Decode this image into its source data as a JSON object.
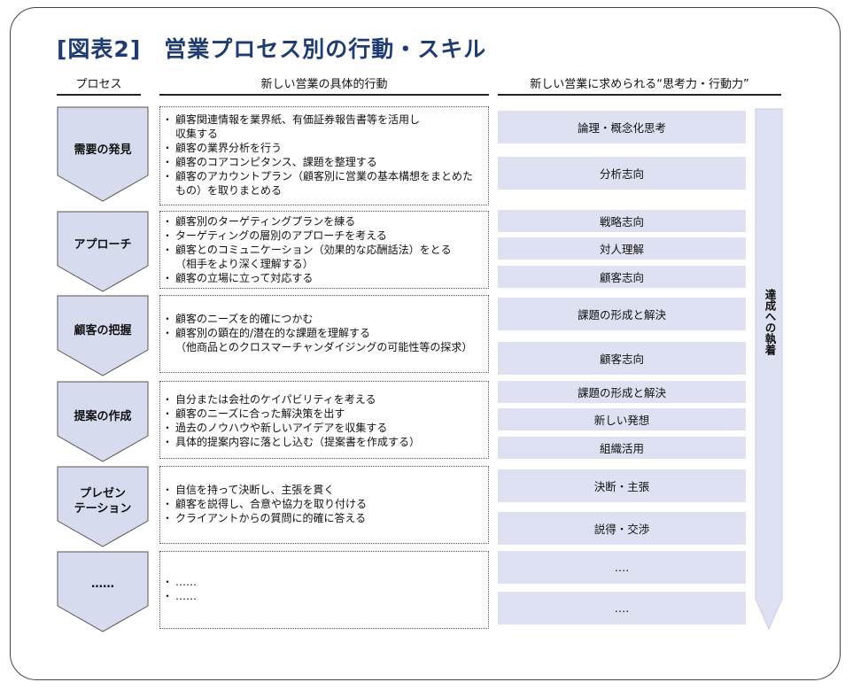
{
  "title": "[図表2]　営業プロセス別の行動・スキル",
  "headers": {
    "process": "プロセス",
    "actions": "新しい営業の具体的行動",
    "skills": "新しい営業に求められる“思考力・行動力”"
  },
  "vertical_label": "達成への執着",
  "rows": [
    {
      "process": "需要の発見",
      "actions": [
        {
          "t": "顧客関連情報を業界紙、有価証券報告書等を活用し",
          "c": false
        },
        {
          "t": "収集する",
          "c": true
        },
        {
          "t": "顧客の業界分析を行う",
          "c": false
        },
        {
          "t": "顧客のコアコンピタンス、課題を整理する",
          "c": false
        },
        {
          "t": "顧客のアカウントプラン（顧客別に営業の基本構想をまとめた",
          "c": false
        },
        {
          "t": "もの）を取りまとめる",
          "c": true
        }
      ],
      "skills": [
        "論理・概念化思考",
        "分析志向"
      ]
    },
    {
      "process": "アプローチ",
      "actions": [
        {
          "t": "顧客別のターゲティングプランを練る",
          "c": false
        },
        {
          "t": "ターゲティングの層別のアプローチを考える",
          "c": false
        },
        {
          "t": "顧客とのコミュニケーション（効果的な応酬話法）をとる",
          "c": false
        },
        {
          "t": "（相手をより深く理解する）",
          "c": true
        },
        {
          "t": "顧客の立場に立って対応する",
          "c": false
        }
      ],
      "skills": [
        "戦略志向",
        "対人理解",
        "顧客志向"
      ]
    },
    {
      "process": "顧客の把握",
      "actions": [
        {
          "t": "顧客のニーズを的確につかむ",
          "c": false
        },
        {
          "t": "顧客別の顕在的/潜在的な課題を理解する",
          "c": false
        },
        {
          "t": "（他商品とのクロスマーチャンダイジングの可能性等の探求）",
          "c": true
        }
      ],
      "skills": [
        "課題の形成と解決",
        "顧客志向"
      ]
    },
    {
      "process": "提案の作成",
      "actions": [
        {
          "t": "自分または会社のケイパビリティを考える",
          "c": false
        },
        {
          "t": "顧客のニーズに合った解決策を出す",
          "c": false
        },
        {
          "t": "過去のノウハウや新しいアイデアを収集する",
          "c": false
        },
        {
          "t": "具体的提案内容に落とし込む（提案書を作成する）",
          "c": false
        }
      ],
      "skills": [
        "課題の形成と解決",
        "新しい発想",
        "組織活用"
      ]
    },
    {
      "process": "プレゼン\nテーション",
      "actions": [
        {
          "t": "自信を持って決断し、主張を貫く",
          "c": false
        },
        {
          "t": "顧客を説得し、合意や協力を取り付ける",
          "c": false
        },
        {
          "t": "クライアントからの質問に的確に答える",
          "c": false
        }
      ],
      "skills": [
        "決断・主張",
        "説得・交渉"
      ]
    },
    {
      "process": "……",
      "actions": [
        {
          "t": "……",
          "c": false
        },
        {
          "t": "……",
          "c": false
        }
      ],
      "skills": [
        "….",
        "…."
      ]
    }
  ],
  "colors": {
    "title": "#1f3b73",
    "chevron_fill": "#d6dcee",
    "skill_fill": "#dde1f1",
    "arrow_fill": "#dde1f1"
  }
}
